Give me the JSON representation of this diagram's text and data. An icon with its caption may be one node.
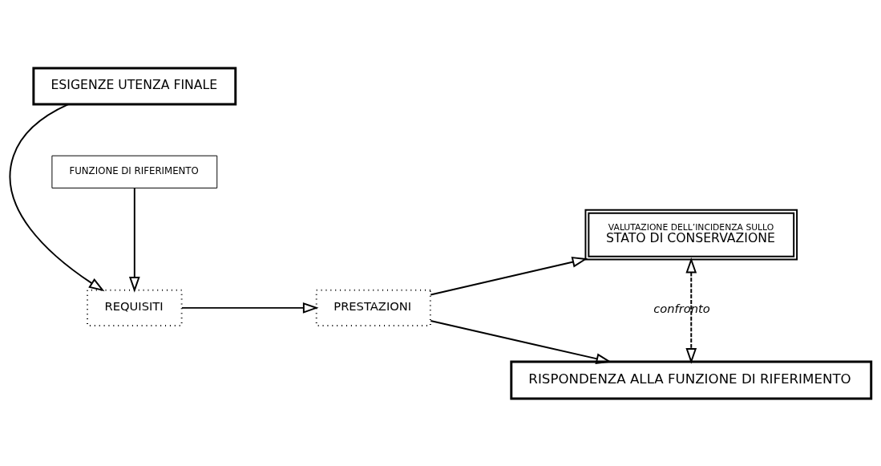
{
  "diagram": {
    "nodes": [
      {
        "text": [
          "ESIGENZE UTENZA FINALE"
        ]
      },
      {
        "text": [
          "VALUTAZIONE DELL’INCIDENZA SULLO",
          "STATO DI CONSERVAZIONE"
        ]
      },
      {
        "text": [
          "REQUISITI"
        ]
      },
      {
        "text": [
          "PRESTAZIONI"
        ]
      },
      {
        "text": [
          "RISPONDENZA ALLA FUNZIONE DI RIFERIMENTO"
        ]
      },
      {
        "text": [
          "FUNZIONE DI RIFERIMENTO"
        ]
      }
    ],
    "edges": [
      {
        "from": 0,
        "to": 2,
        "arrow": "to"
      },
      {
        "from": 5,
        "to": 2,
        "arrow": "to"
      },
      {
        "from": 2,
        "to": 3,
        "arrow": "to"
      },
      {
        "from": 3,
        "to": 1,
        "arrow": "to"
      },
      {
        "from": 3,
        "to": 4,
        "arrow": "to"
      },
      {
        "from": 1,
        "to": 4,
        "arrow": "both",
        "label": "confronto",
        "style": "dashed"
      }
    ]
  }
}
